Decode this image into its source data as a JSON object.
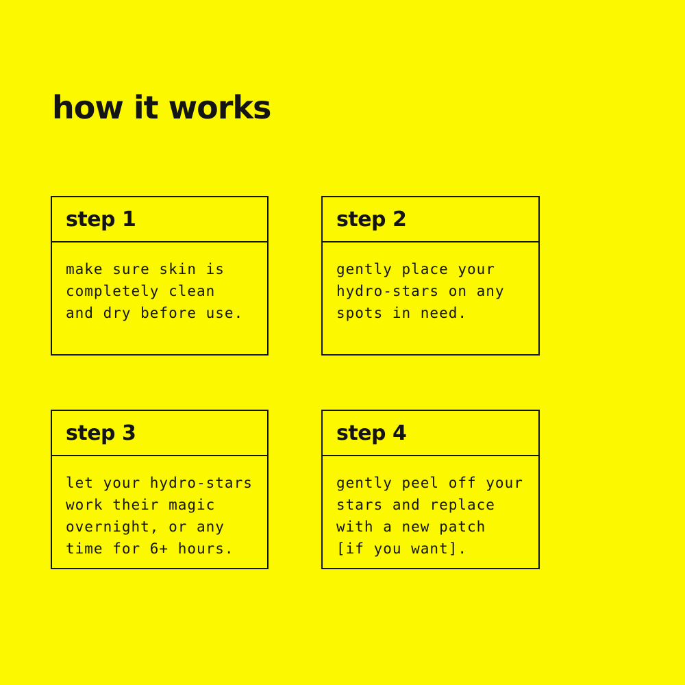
{
  "page": {
    "background_color": "#FBF800",
    "text_color": "#141414",
    "title": "how it works"
  },
  "steps": [
    {
      "label": "step 1",
      "body": "make sure skin is\ncompletely clean\nand dry before use."
    },
    {
      "label": "step 2",
      "body": "gently place your\nhydro-stars on any\nspots in need."
    },
    {
      "label": "step 3",
      "body": "let your hydro-stars\nwork their magic\novernight, or any\ntime for 6+ hours."
    },
    {
      "label": "step 4",
      "body": "gently peel off your\nstars and replace\nwith a new patch\n[if you want]."
    }
  ]
}
